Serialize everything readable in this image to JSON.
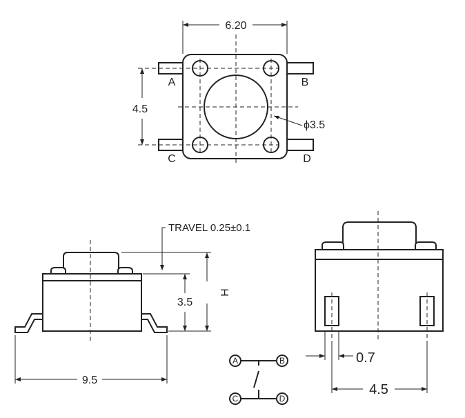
{
  "top_view": {
    "width_dim": "6.20",
    "pitch_dim": "4.5",
    "button_dia": "ϕ3.5",
    "pins": [
      "A",
      "B",
      "C",
      "D"
    ]
  },
  "side_view": {
    "travel": "TRAVEL 0.25±0.1",
    "height_label": "H",
    "body_height": "3.5",
    "length": "9.5"
  },
  "end_view": {
    "pin_width": "0.7",
    "pin_pitch": "4.5"
  },
  "schematic": {
    "pins": [
      "A",
      "B",
      "C",
      "D"
    ]
  }
}
